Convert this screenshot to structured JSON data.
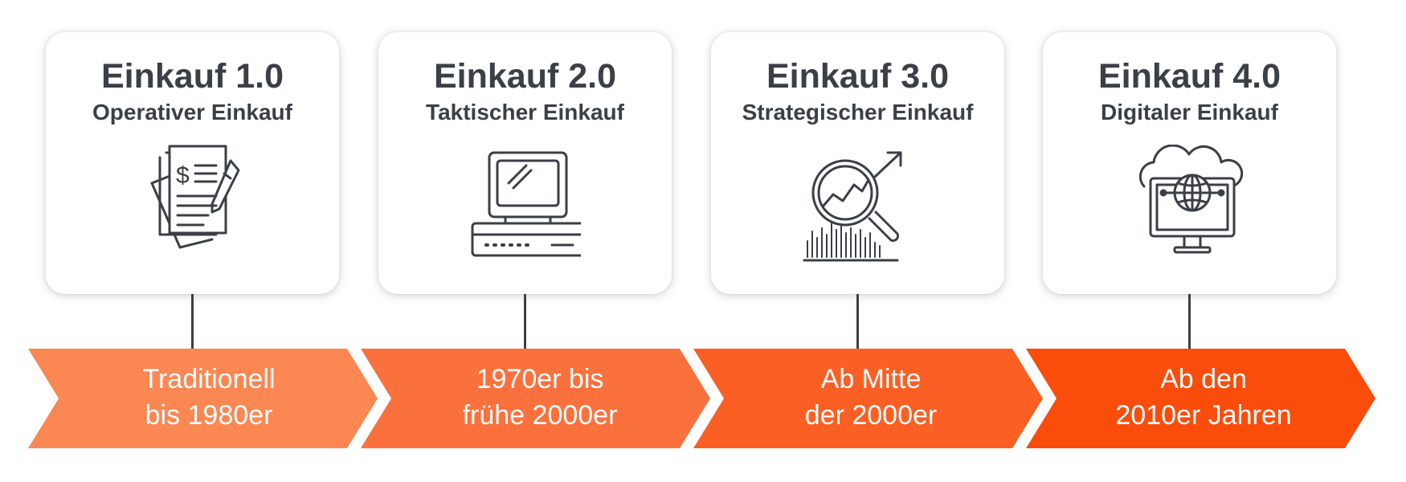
{
  "stages": [
    {
      "title": "Einkauf 1.0",
      "subtitle": "Operativer Einkauf",
      "icon": "document-dollar-pen-icon",
      "period_line1": "Traditionell",
      "period_line2": "bis 1980er",
      "color": "#fb8753"
    },
    {
      "title": "Einkauf 2.0",
      "subtitle": "Taktischer Einkauf",
      "icon": "retro-computer-icon",
      "period_line1": "1970er bis",
      "period_line2": "frühe 2000er",
      "color": "#fb713d"
    },
    {
      "title": "Einkauf 3.0",
      "subtitle": "Strategischer Einkauf",
      "icon": "magnifier-growth-chart-icon",
      "period_line1": "Ab Mitte",
      "period_line2": "der 2000er",
      "color": "#fb5f24"
    },
    {
      "title": "Einkauf 4.0",
      "subtitle": "Digitaler Einkauf",
      "icon": "cloud-globe-monitor-icon",
      "period_line1": "Ab den",
      "period_line2": "2010er Jahren",
      "color": "#fa4d0b"
    }
  ],
  "colors": {
    "text": "#3b3f46",
    "icon_stroke": "#3b3f46",
    "arrow_text": "#ffffff"
  }
}
